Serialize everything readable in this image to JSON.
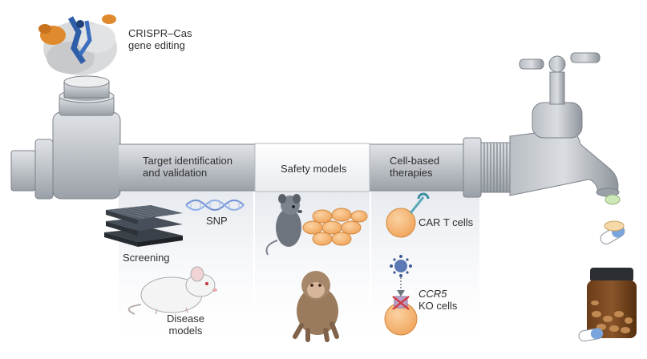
{
  "top_label": {
    "line1": "CRISPR–Cas",
    "line2": "gene editing"
  },
  "pipe_sections": [
    {
      "line1": "Target identification",
      "line2": "and validation"
    },
    {
      "line1": "Safety models"
    },
    {
      "line1": "Cell-based",
      "line2": "therapies"
    }
  ],
  "items": {
    "screening": "Screening",
    "snp": "SNP",
    "disease_models": {
      "line1": "Disease",
      "line2": "models"
    },
    "car_t": "CAR T cells",
    "ccr5": {
      "gene": "CCR5",
      "line2": "KO cells"
    }
  },
  "colors": {
    "pipe": "#c3c7cc",
    "pipe_light": "#e4e7ea",
    "pipe_dark": "#8e949b",
    "band": "#f1f2f4",
    "column_shade": "#eef0f3",
    "cell_orange": "#f4b26a",
    "dna_blue": "#6f8fd0",
    "protein_orange": "#e08a2e",
    "protein_blue": "#2f5ea8"
  }
}
